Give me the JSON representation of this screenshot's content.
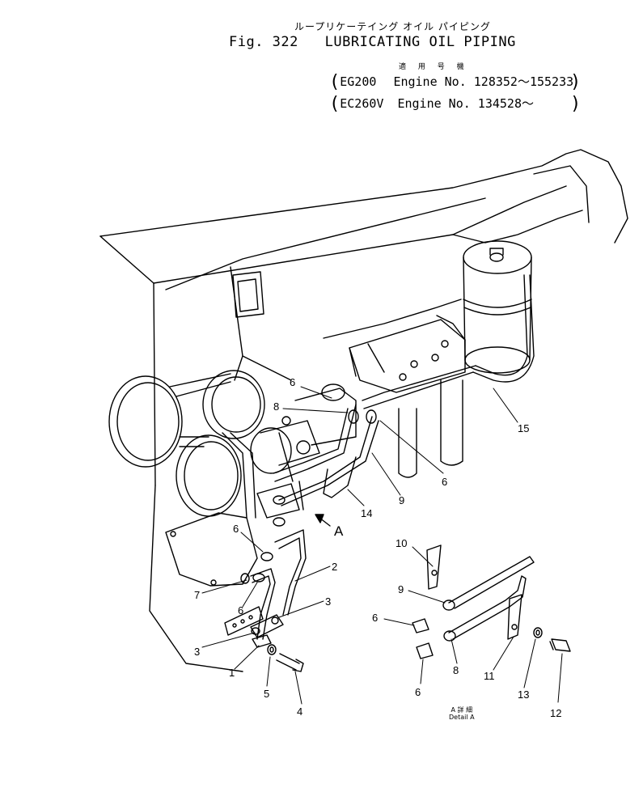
{
  "header": {
    "title_jp": "ループリケーテイング オイル パイピング",
    "fig_number": "Fig. 322",
    "title_en": "LUBRICATING OIL PIPING",
    "applicability_jp": "適 用 号 機",
    "serial_1_model": "EG200",
    "serial_1_text": "Engine No. 128352～155233",
    "serial_2_model": "EC260V",
    "serial_2_text": "Engine No. 134528～"
  },
  "callouts": {
    "c1": "1",
    "c2": "2",
    "c3a": "3",
    "c3b": "3",
    "c4": "4",
    "c5": "5",
    "c6a": "6",
    "c6b": "6",
    "c6c": "6",
    "c6d": "6",
    "c6e": "6",
    "c6f": "6",
    "c7": "7",
    "c8a": "8",
    "c8b": "8",
    "c9a": "9",
    "c9b": "9",
    "c10": "10",
    "c11": "11",
    "c12": "12",
    "c13": "13",
    "c14": "14",
    "c15": "15",
    "cA": "A"
  },
  "detail": {
    "label_jp": "A 詳 細",
    "label_en": "Detail A"
  }
}
